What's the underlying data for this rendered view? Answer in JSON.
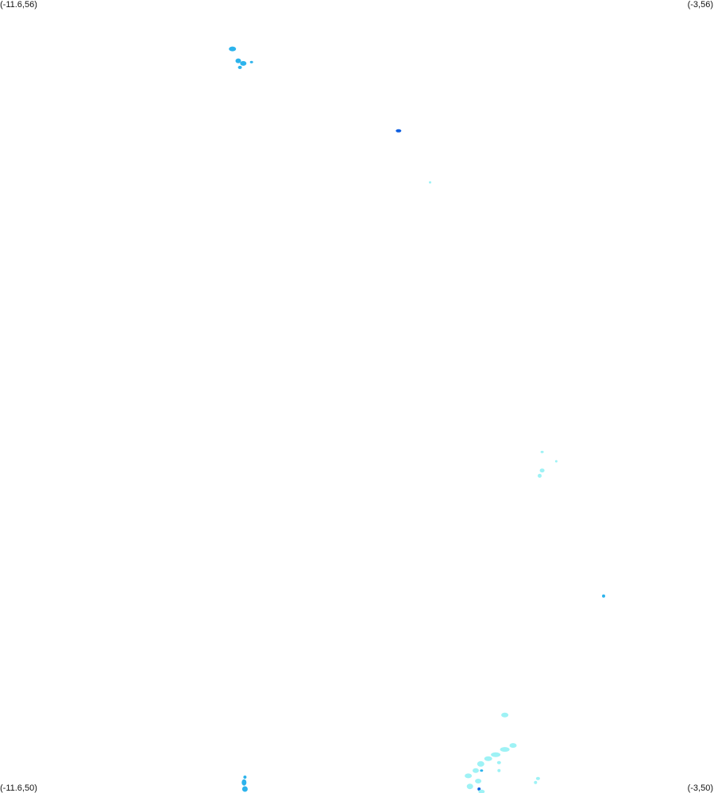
{
  "map": {
    "corners": {
      "top_left": "(-11.6,56)",
      "top_right": "(-3,56)",
      "bottom_left": "(-11.6,50)",
      "bottom_right": "(-3,50)"
    },
    "bounds": {
      "lon_min": -11.6,
      "lon_max": -3,
      "lat_min": 50,
      "lat_max": 56
    },
    "palette": {
      "light": "#9ef2f5",
      "medium": "#2cb3ec",
      "dark": "#0f5fe0"
    },
    "precip_clusters": [
      {
        "lon": -8.8,
        "lat": 55.63,
        "w": 9,
        "h": 6,
        "color": "medium"
      },
      {
        "lon": -8.73,
        "lat": 55.54,
        "w": 7,
        "h": 6,
        "color": "medium"
      },
      {
        "lon": -8.67,
        "lat": 55.52,
        "w": 8,
        "h": 6,
        "color": "medium"
      },
      {
        "lon": -8.71,
        "lat": 55.49,
        "w": 5,
        "h": 4,
        "color": "medium"
      },
      {
        "lon": -8.57,
        "lat": 55.53,
        "w": 4,
        "h": 3,
        "color": "medium"
      },
      {
        "lon": -6.8,
        "lat": 55.01,
        "w": 7,
        "h": 4,
        "color": "dark"
      },
      {
        "lon": -6.42,
        "lat": 54.62,
        "w": 3,
        "h": 3,
        "color": "light"
      },
      {
        "lon": -5.07,
        "lat": 52.58,
        "w": 4,
        "h": 3,
        "color": "light"
      },
      {
        "lon": -4.9,
        "lat": 52.51,
        "w": 3,
        "h": 3,
        "color": "light"
      },
      {
        "lon": -5.07,
        "lat": 52.44,
        "w": 6,
        "h": 5,
        "color": "light"
      },
      {
        "lon": -5.1,
        "lat": 52.4,
        "w": 5,
        "h": 5,
        "color": "light"
      },
      {
        "lon": -4.33,
        "lat": 51.49,
        "w": 4,
        "h": 4,
        "color": "medium"
      },
      {
        "lon": -5.52,
        "lat": 50.59,
        "w": 9,
        "h": 6,
        "color": "light"
      },
      {
        "lon": -5.42,
        "lat": 50.36,
        "w": 9,
        "h": 6,
        "color": "light"
      },
      {
        "lon": -5.52,
        "lat": 50.33,
        "w": 12,
        "h": 6,
        "color": "light"
      },
      {
        "lon": -5.63,
        "lat": 50.29,
        "w": 12,
        "h": 6,
        "color": "light"
      },
      {
        "lon": -5.72,
        "lat": 50.26,
        "w": 10,
        "h": 6,
        "color": "light"
      },
      {
        "lon": -5.81,
        "lat": 50.22,
        "w": 9,
        "h": 7,
        "color": "light"
      },
      {
        "lon": -5.87,
        "lat": 50.17,
        "w": 8,
        "h": 6,
        "color": "light"
      },
      {
        "lon": -5.96,
        "lat": 50.13,
        "w": 9,
        "h": 6,
        "color": "light"
      },
      {
        "lon": -5.8,
        "lat": 50.17,
        "w": 4,
        "h": 3,
        "color": "medium"
      },
      {
        "lon": -5.84,
        "lat": 50.09,
        "w": 8,
        "h": 6,
        "color": "light"
      },
      {
        "lon": -5.94,
        "lat": 50.05,
        "w": 8,
        "h": 7,
        "color": "light"
      },
      {
        "lon": -5.83,
        "lat": 50.03,
        "w": 4,
        "h": 4,
        "color": "dark"
      },
      {
        "lon": -5.8,
        "lat": 50.01,
        "w": 8,
        "h": 5,
        "color": "light"
      },
      {
        "lon": -5.59,
        "lat": 50.23,
        "w": 5,
        "h": 4,
        "color": "light"
      },
      {
        "lon": -5.59,
        "lat": 50.17,
        "w": 4,
        "h": 4,
        "color": "light"
      },
      {
        "lon": -5.12,
        "lat": 50.11,
        "w": 5,
        "h": 4,
        "color": "light"
      },
      {
        "lon": -5.15,
        "lat": 50.08,
        "w": 4,
        "h": 4,
        "color": "light"
      },
      {
        "lon": -8.65,
        "lat": 50.12,
        "w": 4,
        "h": 4,
        "color": "medium"
      },
      {
        "lon": -8.66,
        "lat": 50.08,
        "w": 6,
        "h": 8,
        "color": "medium"
      },
      {
        "lon": -8.65,
        "lat": 50.03,
        "w": 7,
        "h": 7,
        "color": "medium"
      }
    ]
  }
}
